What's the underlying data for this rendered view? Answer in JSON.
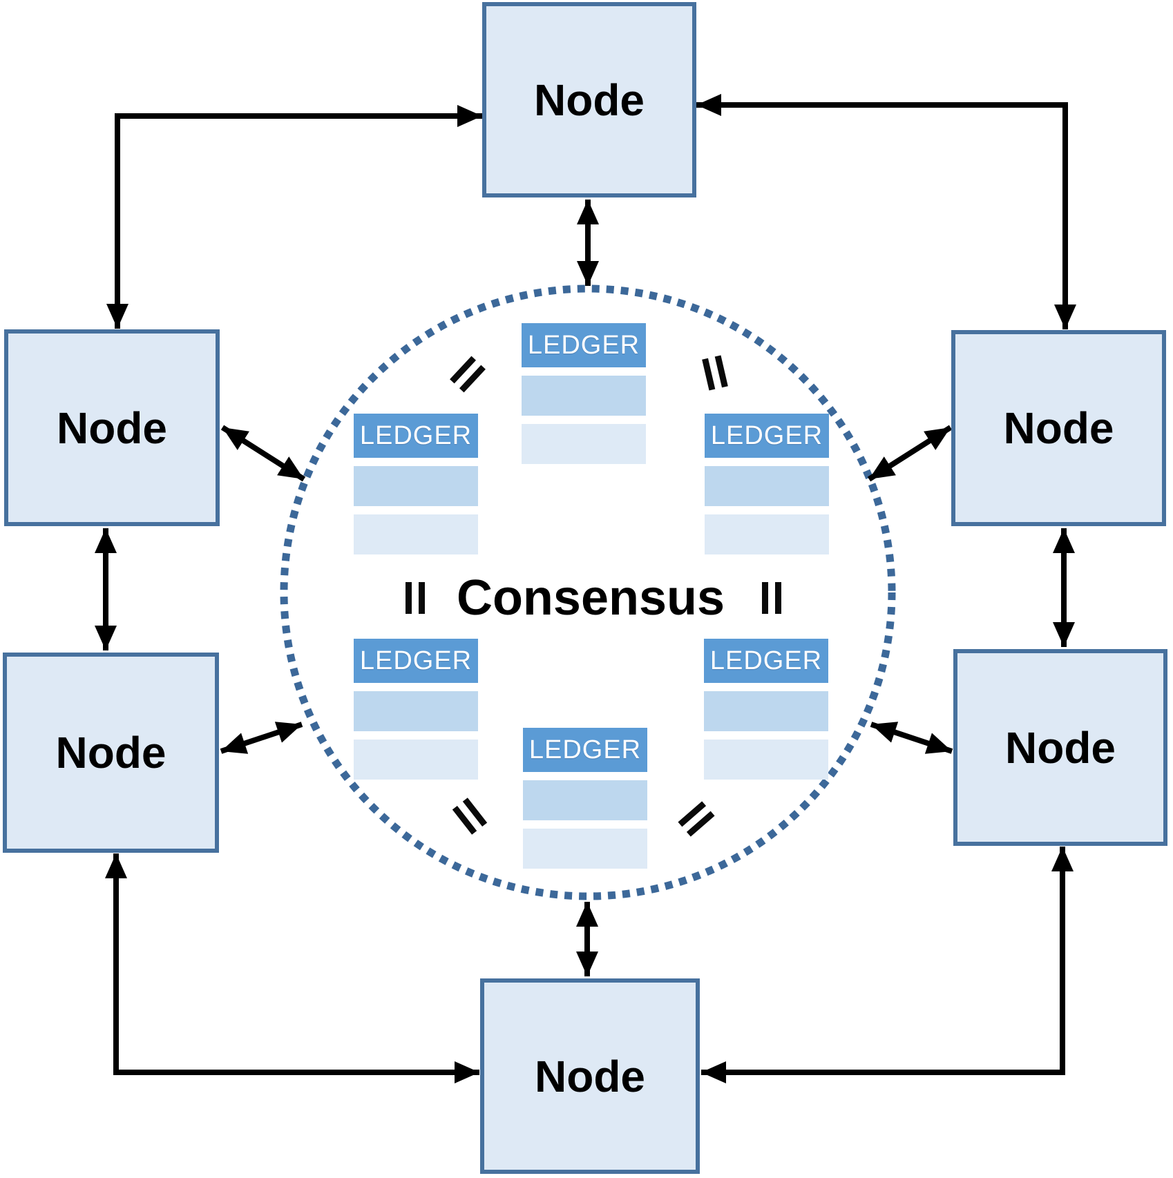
{
  "consensus": {
    "label": "Consensus"
  },
  "nodes": [
    {
      "id": "top",
      "label": "Node"
    },
    {
      "id": "left-upper",
      "label": "Node"
    },
    {
      "id": "left-lower",
      "label": "Node"
    },
    {
      "id": "right-upper",
      "label": "Node"
    },
    {
      "id": "right-lower",
      "label": "Node"
    },
    {
      "id": "bottom",
      "label": "Node"
    }
  ],
  "ledgers": [
    {
      "id": "center-top",
      "title": "LEDGER"
    },
    {
      "id": "left-top",
      "title": "LEDGER"
    },
    {
      "id": "right-top",
      "title": "LEDGER"
    },
    {
      "id": "left-bottom",
      "title": "LEDGER"
    },
    {
      "id": "right-bottom",
      "title": "LEDGER"
    },
    {
      "id": "center-bottom",
      "title": "LEDGER"
    }
  ],
  "colors": {
    "ledger_header": "#5b9bd5",
    "ledger_row1": "#bdd7ee",
    "ledger_row2": "#deeaf6",
    "node_fill": "#dee9f5",
    "node_border": "#47719e",
    "circle_dots": "#3c6899",
    "arrow": "#000000"
  }
}
